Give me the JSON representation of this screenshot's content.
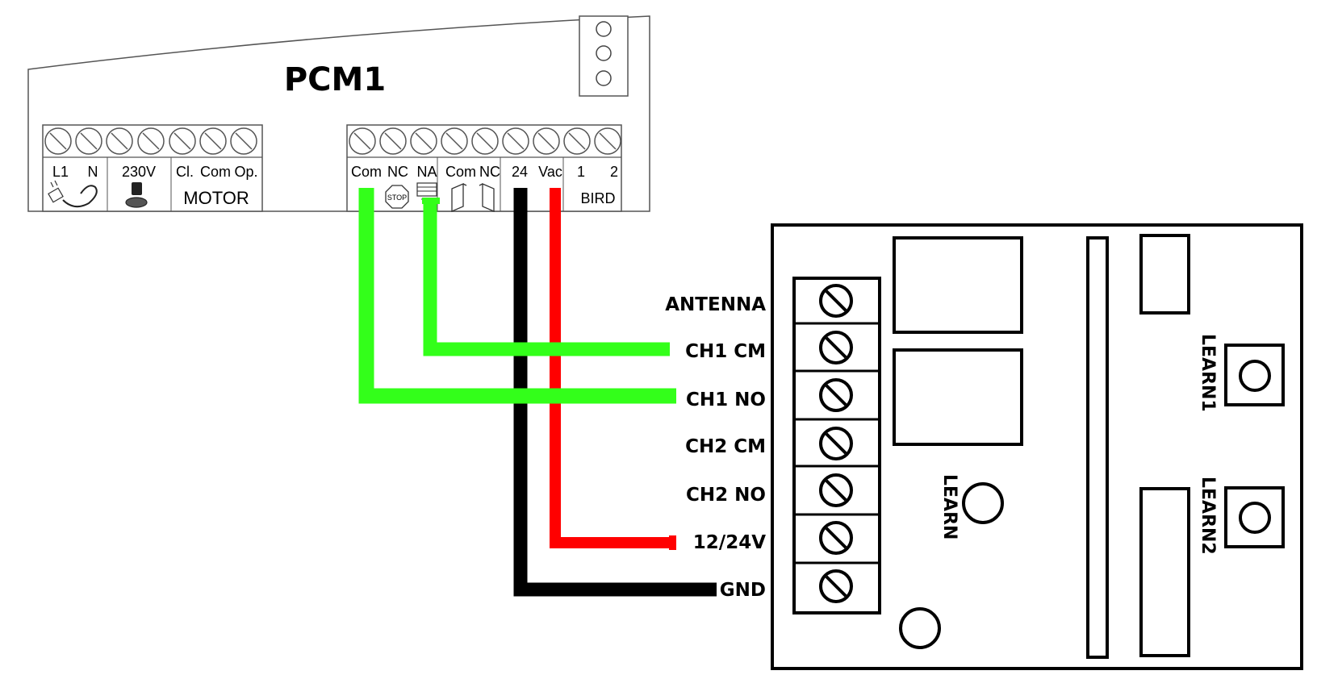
{
  "controller": {
    "title": "PCM1",
    "left_block": {
      "labels": [
        "L1",
        "N",
        "230V",
        "Cl.",
        "Com",
        "Op."
      ],
      "group_label": "MOTOR"
    },
    "right_block": {
      "labels": [
        "Com",
        "NC",
        "NA",
        "Com",
        "NC",
        "24",
        "Vac",
        "1",
        "2"
      ],
      "stop_label": "STOP",
      "group_label": "BIRD"
    }
  },
  "receiver": {
    "terminals": [
      "ANTENNA",
      "CH1 CM",
      "CH1 NO",
      "CH2 CM",
      "CH2 NO",
      "12/24V",
      "GND"
    ],
    "learn_label": "LEARN",
    "learn1_label": "LEARN1",
    "learn2_label": "LEARN2"
  },
  "wires": [
    {
      "from": "NA",
      "to": "CH1 CM",
      "color": "#33ff1a"
    },
    {
      "from": "Com",
      "to": "CH1 NO",
      "color": "#33ff1a"
    },
    {
      "from": "24",
      "to": "GND",
      "color": "#000000"
    },
    {
      "from": "Vac",
      "to": "12/24V",
      "color": "#ff0000"
    }
  ],
  "colors": {
    "green_wire": "#33ff1a",
    "red_wire": "#ff0000",
    "black_wire": "#000000"
  }
}
